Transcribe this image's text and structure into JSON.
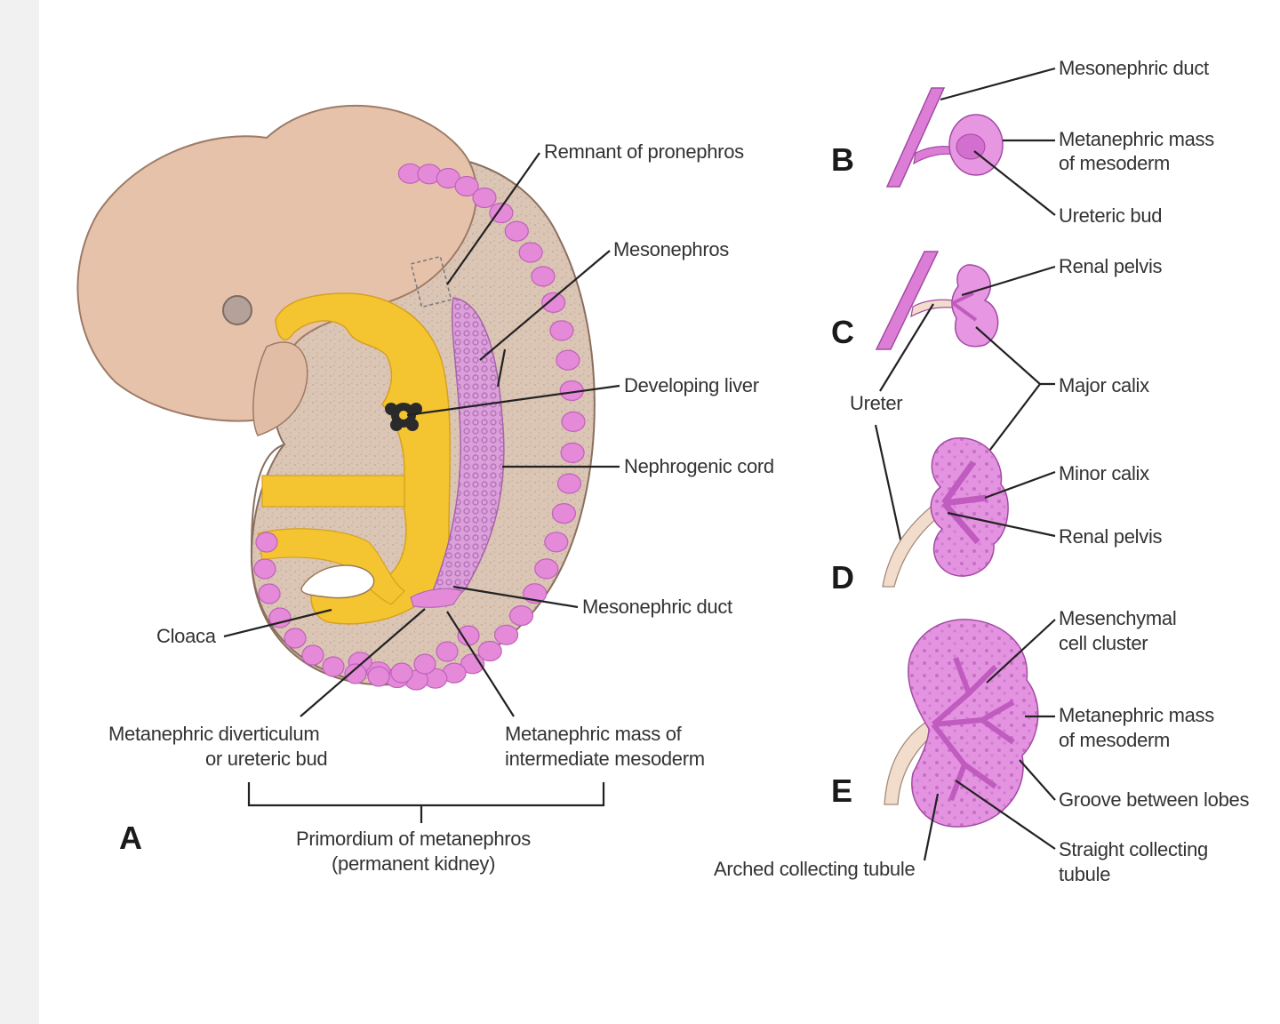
{
  "colors": {
    "embryo_skin": "#e6c2ab",
    "embryo_body": "#dcc6b6",
    "gut_yellow": "#f5c531",
    "somite_pink": "#e48ad9",
    "kidney_pink": "#dd7ed6",
    "kidney_light": "#ecaaf0",
    "ureter_beige": "#f2dccb",
    "label_text": "#333333"
  },
  "panels": {
    "A": "A",
    "B": "B",
    "C": "C",
    "D": "D",
    "E": "E"
  },
  "labels_A": {
    "remnant_pronephros": "Remnant of pronephros",
    "mesonephros": "Mesonephros",
    "developing_liver": "Developing liver",
    "nephrogenic_cord": "Nephrogenic cord",
    "mesonephric_duct": "Mesonephric duct",
    "cloaca": "Cloaca",
    "metanephric_diverticulum_1": "Metanephric diverticulum",
    "metanephric_diverticulum_2": "or ureteric bud",
    "metanephric_mass_1": "Metanephric mass of",
    "metanephric_mass_2": "intermediate mesoderm",
    "primordium_1": "Primordium of metanephros",
    "primordium_2": "(permanent kidney)"
  },
  "labels_B": {
    "mesonephric_duct": "Mesonephric duct",
    "metanephric_mass_1": "Metanephric mass",
    "metanephric_mass_2": "of mesoderm",
    "ureteric_bud": "Ureteric bud"
  },
  "labels_C": {
    "renal_pelvis": "Renal pelvis",
    "ureter": "Ureter",
    "major_calix": "Major calix"
  },
  "labels_D": {
    "minor_calix": "Minor calix",
    "renal_pelvis": "Renal pelvis"
  },
  "labels_E": {
    "mesenchymal_1": "Mesenchymal",
    "mesenchymal_2": "cell cluster",
    "metanephric_mass_1": "Metanephric mass",
    "metanephric_mass_2": "of mesoderm",
    "groove": "Groove between lobes",
    "straight_1": "Straight collecting",
    "straight_2": "tubule",
    "arched": "Arched collecting tubule"
  }
}
